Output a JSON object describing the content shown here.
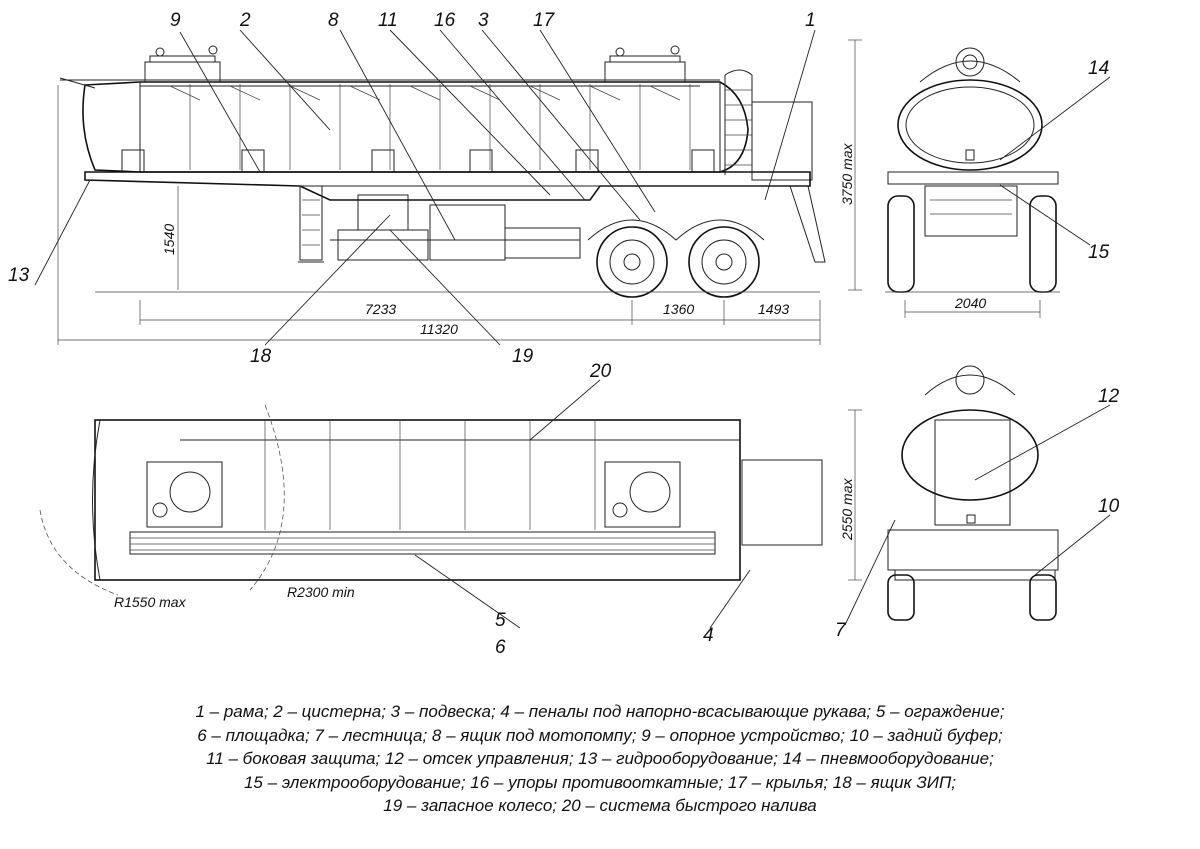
{
  "callouts": [
    "1",
    "2",
    "3",
    "4",
    "5",
    "6",
    "7",
    "8",
    "9",
    "10",
    "11",
    "12",
    "13",
    "14",
    "15",
    "16",
    "17",
    "18",
    "19",
    "20"
  ],
  "dimensions": {
    "height_max": "3750 max",
    "frame_height": "1540",
    "kingpin_to_axle": "7233",
    "axle_spacing": "1360",
    "rear_overhang": "1493",
    "overall_length": "11320",
    "track_width": "2040",
    "width_max": "2550 max",
    "radius_front": "R1550 max",
    "radius_min": "R2300 min"
  },
  "legend": {
    "line1": "1 – рама; 2 – цистерна; 3 – подвеска; 4 – пеналы под напорно-всасывающие рукава; 5 – ограждение;",
    "line2": "6 – площадка; 7 – лестница; 8 – ящик под мотопомпу; 9 – опорное устройство; 10 – задний буфер;",
    "line3": "11 – боковая защита; 12 – отсек управления; 13 – гидрооборудование; 14 – пневмооборудование;",
    "line4": "15 – электрооборудование; 16 – упоры противооткатные; 17 – крылья; 18 – ящик ЗИП;",
    "line5": "19 – запасное колесо; 20 – система быстрого налива"
  }
}
